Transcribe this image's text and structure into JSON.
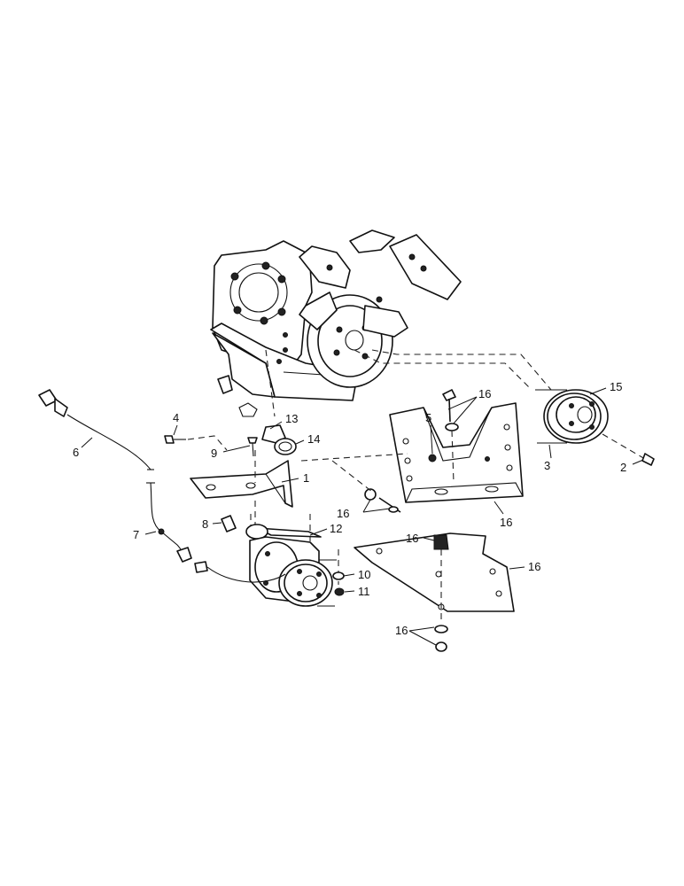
{
  "callouts": [
    {
      "key": "c1",
      "text": "1"
    },
    {
      "key": "c2",
      "text": "2"
    },
    {
      "key": "c3",
      "text": "3"
    },
    {
      "key": "c4",
      "text": "4"
    },
    {
      "key": "c5",
      "text": "5"
    },
    {
      "key": "c6",
      "text": "6"
    },
    {
      "key": "c7",
      "text": "7"
    },
    {
      "key": "c8",
      "text": "8"
    },
    {
      "key": "c9",
      "text": "9"
    },
    {
      "key": "c10",
      "text": "10"
    },
    {
      "key": "c11",
      "text": "11"
    },
    {
      "key": "c12",
      "text": "12"
    },
    {
      "key": "c13",
      "text": "13"
    },
    {
      "key": "c14",
      "text": "14"
    },
    {
      "key": "c15",
      "text": "15"
    },
    {
      "key": "c16a",
      "text": "16"
    },
    {
      "key": "c16b",
      "text": "16"
    },
    {
      "key": "c16c",
      "text": "16"
    },
    {
      "key": "c16d",
      "text": "16"
    },
    {
      "key": "c16e",
      "text": "16"
    },
    {
      "key": "c16f",
      "text": "16"
    }
  ]
}
